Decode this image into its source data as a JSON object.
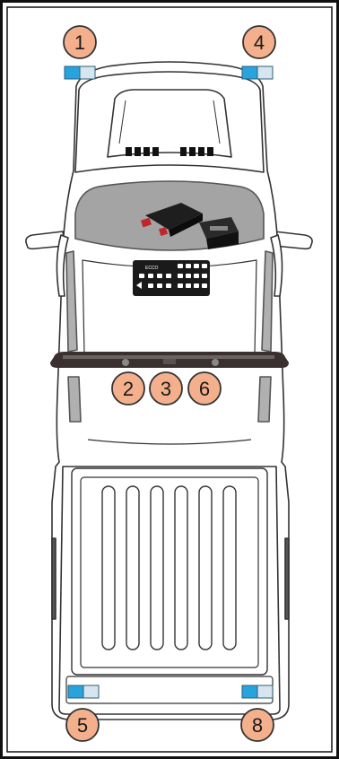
{
  "diagram": {
    "labels": {
      "front_left": "1",
      "front_right": "4",
      "rear_left": "5",
      "rear_right": "8",
      "lightbar_left": "2",
      "lightbar_center": "3",
      "lightbar_right": "6"
    },
    "keypad_brand": "ECCO",
    "colors": {
      "badge_fill": "#f4b08c",
      "badge_stroke": "#333333",
      "light_blue": "#29a3dd",
      "light_clear": "#d7e6ee",
      "windshield": "#a4a4a4",
      "lightbar": "#3a3030",
      "truck_outline": "#333333"
    },
    "icons": [
      "controller-module-icon",
      "connector-module-icon",
      "keypad-icon"
    ]
  }
}
